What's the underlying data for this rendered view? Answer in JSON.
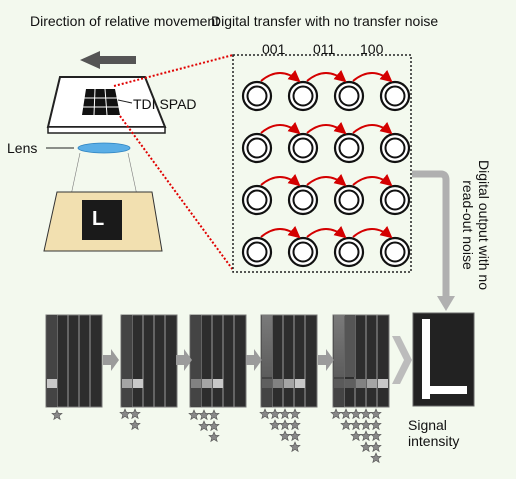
{
  "labels": {
    "direction": "Direction of relative movement",
    "digital_transfer": "Digital transfer with no transfer noise",
    "codes": [
      "001",
      "011",
      "100"
    ],
    "tdi_spad": "TDI SPAD",
    "lens": "Lens",
    "object_letter": "L",
    "digital_output": "Digital output with no read-out noise",
    "signal_intensity": "Signal intensity"
  },
  "spad_grid": {
    "rows": 4,
    "cols": 4
  },
  "frame_stars": [
    1,
    3,
    6,
    10,
    15
  ],
  "colors": {
    "background": "#f3f9ee",
    "arrow_gray": "#555555",
    "transfer_arrow": "#d40000",
    "guide_red": "#e00000",
    "lens": "#5aaee6",
    "object_plane": "#f2e0b0",
    "frame_dark": "#2d2d2d",
    "frame_column": "#444444",
    "frame_line": "#9a9a9a",
    "signal_light": "#c8c8c8",
    "step_arrow": "#9b9b9b",
    "star": "#888888",
    "output_bg": "#222222",
    "output_letter": "#ffffff"
  }
}
